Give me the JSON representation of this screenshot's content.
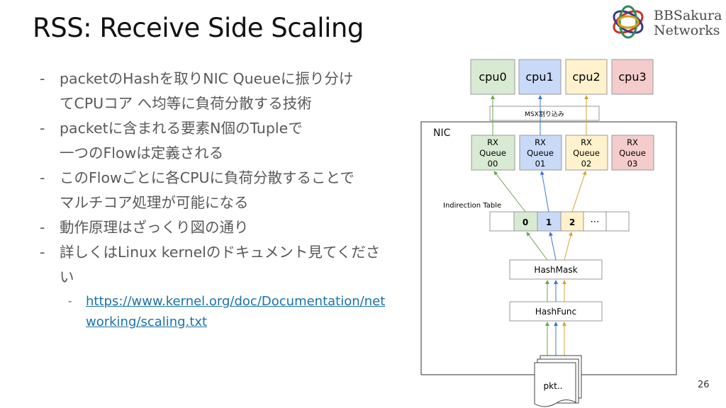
{
  "slide": {
    "title": "RSS: Receive Side Scaling",
    "page_number": "26"
  },
  "logo": {
    "line1": "BBSakura",
    "line2": "Networks"
  },
  "bullets": [
    {
      "dash": "-",
      "text": "packetのHashを取りNIC Queueに振り分け\nてCPUコア へ均等に負荷分散する技術"
    },
    {
      "dash": "-",
      "text": "packetに含まれる要素N個のTupleで\n一つのFlowは定義される"
    },
    {
      "dash": "-",
      "text": "このFlowごとに各CPUに負荷分散することで\nマルチコア処理が可能になる"
    },
    {
      "dash": "-",
      "text": "動作原理はざっくり図の通り"
    },
    {
      "dash": "-",
      "text": "詳しくはLinux kernelのドキュメント見てくださ\nい"
    }
  ],
  "sub_bullet": {
    "dash": "-",
    "link_text": "https://www.kernel.org/doc/Documentation/net\nworking/scaling.txt"
  },
  "diagram": {
    "cpus": [
      "cpu0",
      "cpu1",
      "cpu2",
      "cpu3"
    ],
    "msx_label": "MSX割り込み",
    "nic_label": "NIC",
    "queues": [
      {
        "l1": "RX",
        "l2": "Queue",
        "l3": "00"
      },
      {
        "l1": "RX",
        "l2": "Queue",
        "l3": "01"
      },
      {
        "l1": "RX",
        "l2": "Queue",
        "l3": "02"
      },
      {
        "l1": "RX",
        "l2": "Queue",
        "l3": "03"
      }
    ],
    "indirection_label": "Indirection Table",
    "indirection_cells": [
      "",
      "0",
      "1",
      "2",
      "⋯",
      ""
    ],
    "hashmask_label": "HashMask",
    "hashfunc_label": "HashFunc",
    "packet_label": "pkt.."
  },
  "colors": {
    "green_fill": "#d9ead3",
    "green_stroke": "#6aa84f",
    "blue_fill": "#c9daf8",
    "blue_stroke": "#3c78d8",
    "yellow_fill": "#fff2cc",
    "yellow_stroke": "#d6a531",
    "red_fill": "#f4cccc",
    "link": "#1a73a8"
  }
}
